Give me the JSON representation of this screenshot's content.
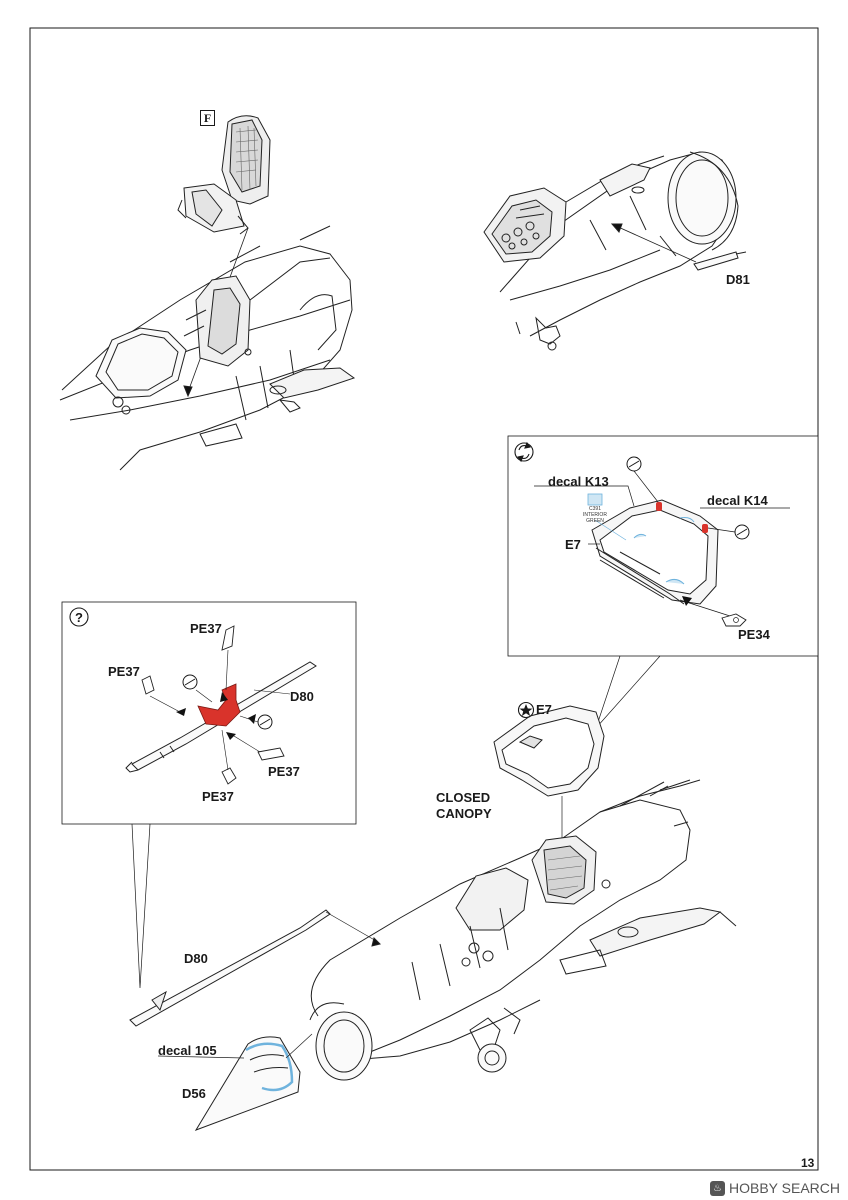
{
  "page": {
    "number": "13"
  },
  "labels": {
    "seat_part": "F",
    "d81": "D81",
    "decal_k13": "decal K13",
    "decal_k14": "decal K14",
    "e7_detail": "E7",
    "pe34": "PE34",
    "color_callout": "C391 INTERIOR GREEN",
    "pe37_top": "PE37",
    "pe37_left": "PE37",
    "pe37_right": "PE37",
    "pe37_bottom": "PE37",
    "d80_detail": "D80",
    "e7_canopy": "E7",
    "closed_canopy": "CLOSED CANOPY",
    "d80_main": "D80",
    "decal_105": "decal 105",
    "d56": "D56"
  },
  "watermark": {
    "text": "HOBBY SEARCH",
    "logo": "hobby-search-logo"
  },
  "colors": {
    "accent_red": "#d9332b",
    "accent_blue": "#6fb3dd",
    "line": "#1a1a1a"
  }
}
